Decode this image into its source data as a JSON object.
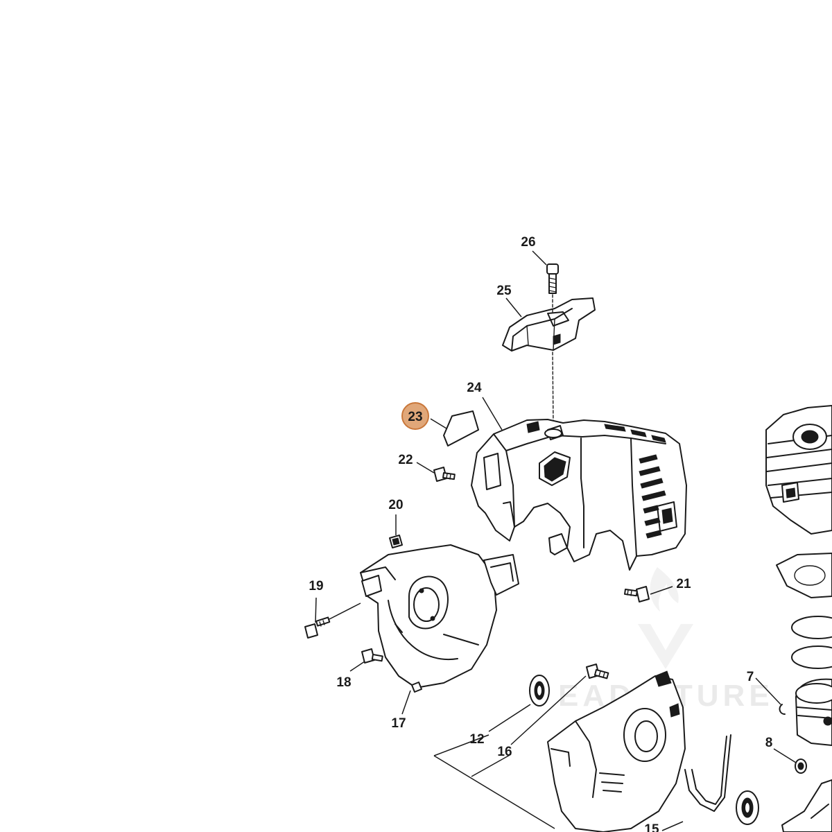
{
  "diagram": {
    "highlight_color": "#e0a779",
    "highlighted_part": "23",
    "labels": {
      "p26": "26",
      "p25": "25",
      "p24": "24",
      "p23": "23",
      "p22": "22",
      "p21": "21",
      "p20": "20",
      "p19": "19",
      "p18": "18",
      "p17": "17",
      "p16": "16",
      "p15": "15",
      "p12": "12",
      "p8": "8",
      "p7": "7"
    }
  },
  "watermark": {
    "text": "EAD  NTURE",
    "icon": "flame-v-logo-icon"
  }
}
